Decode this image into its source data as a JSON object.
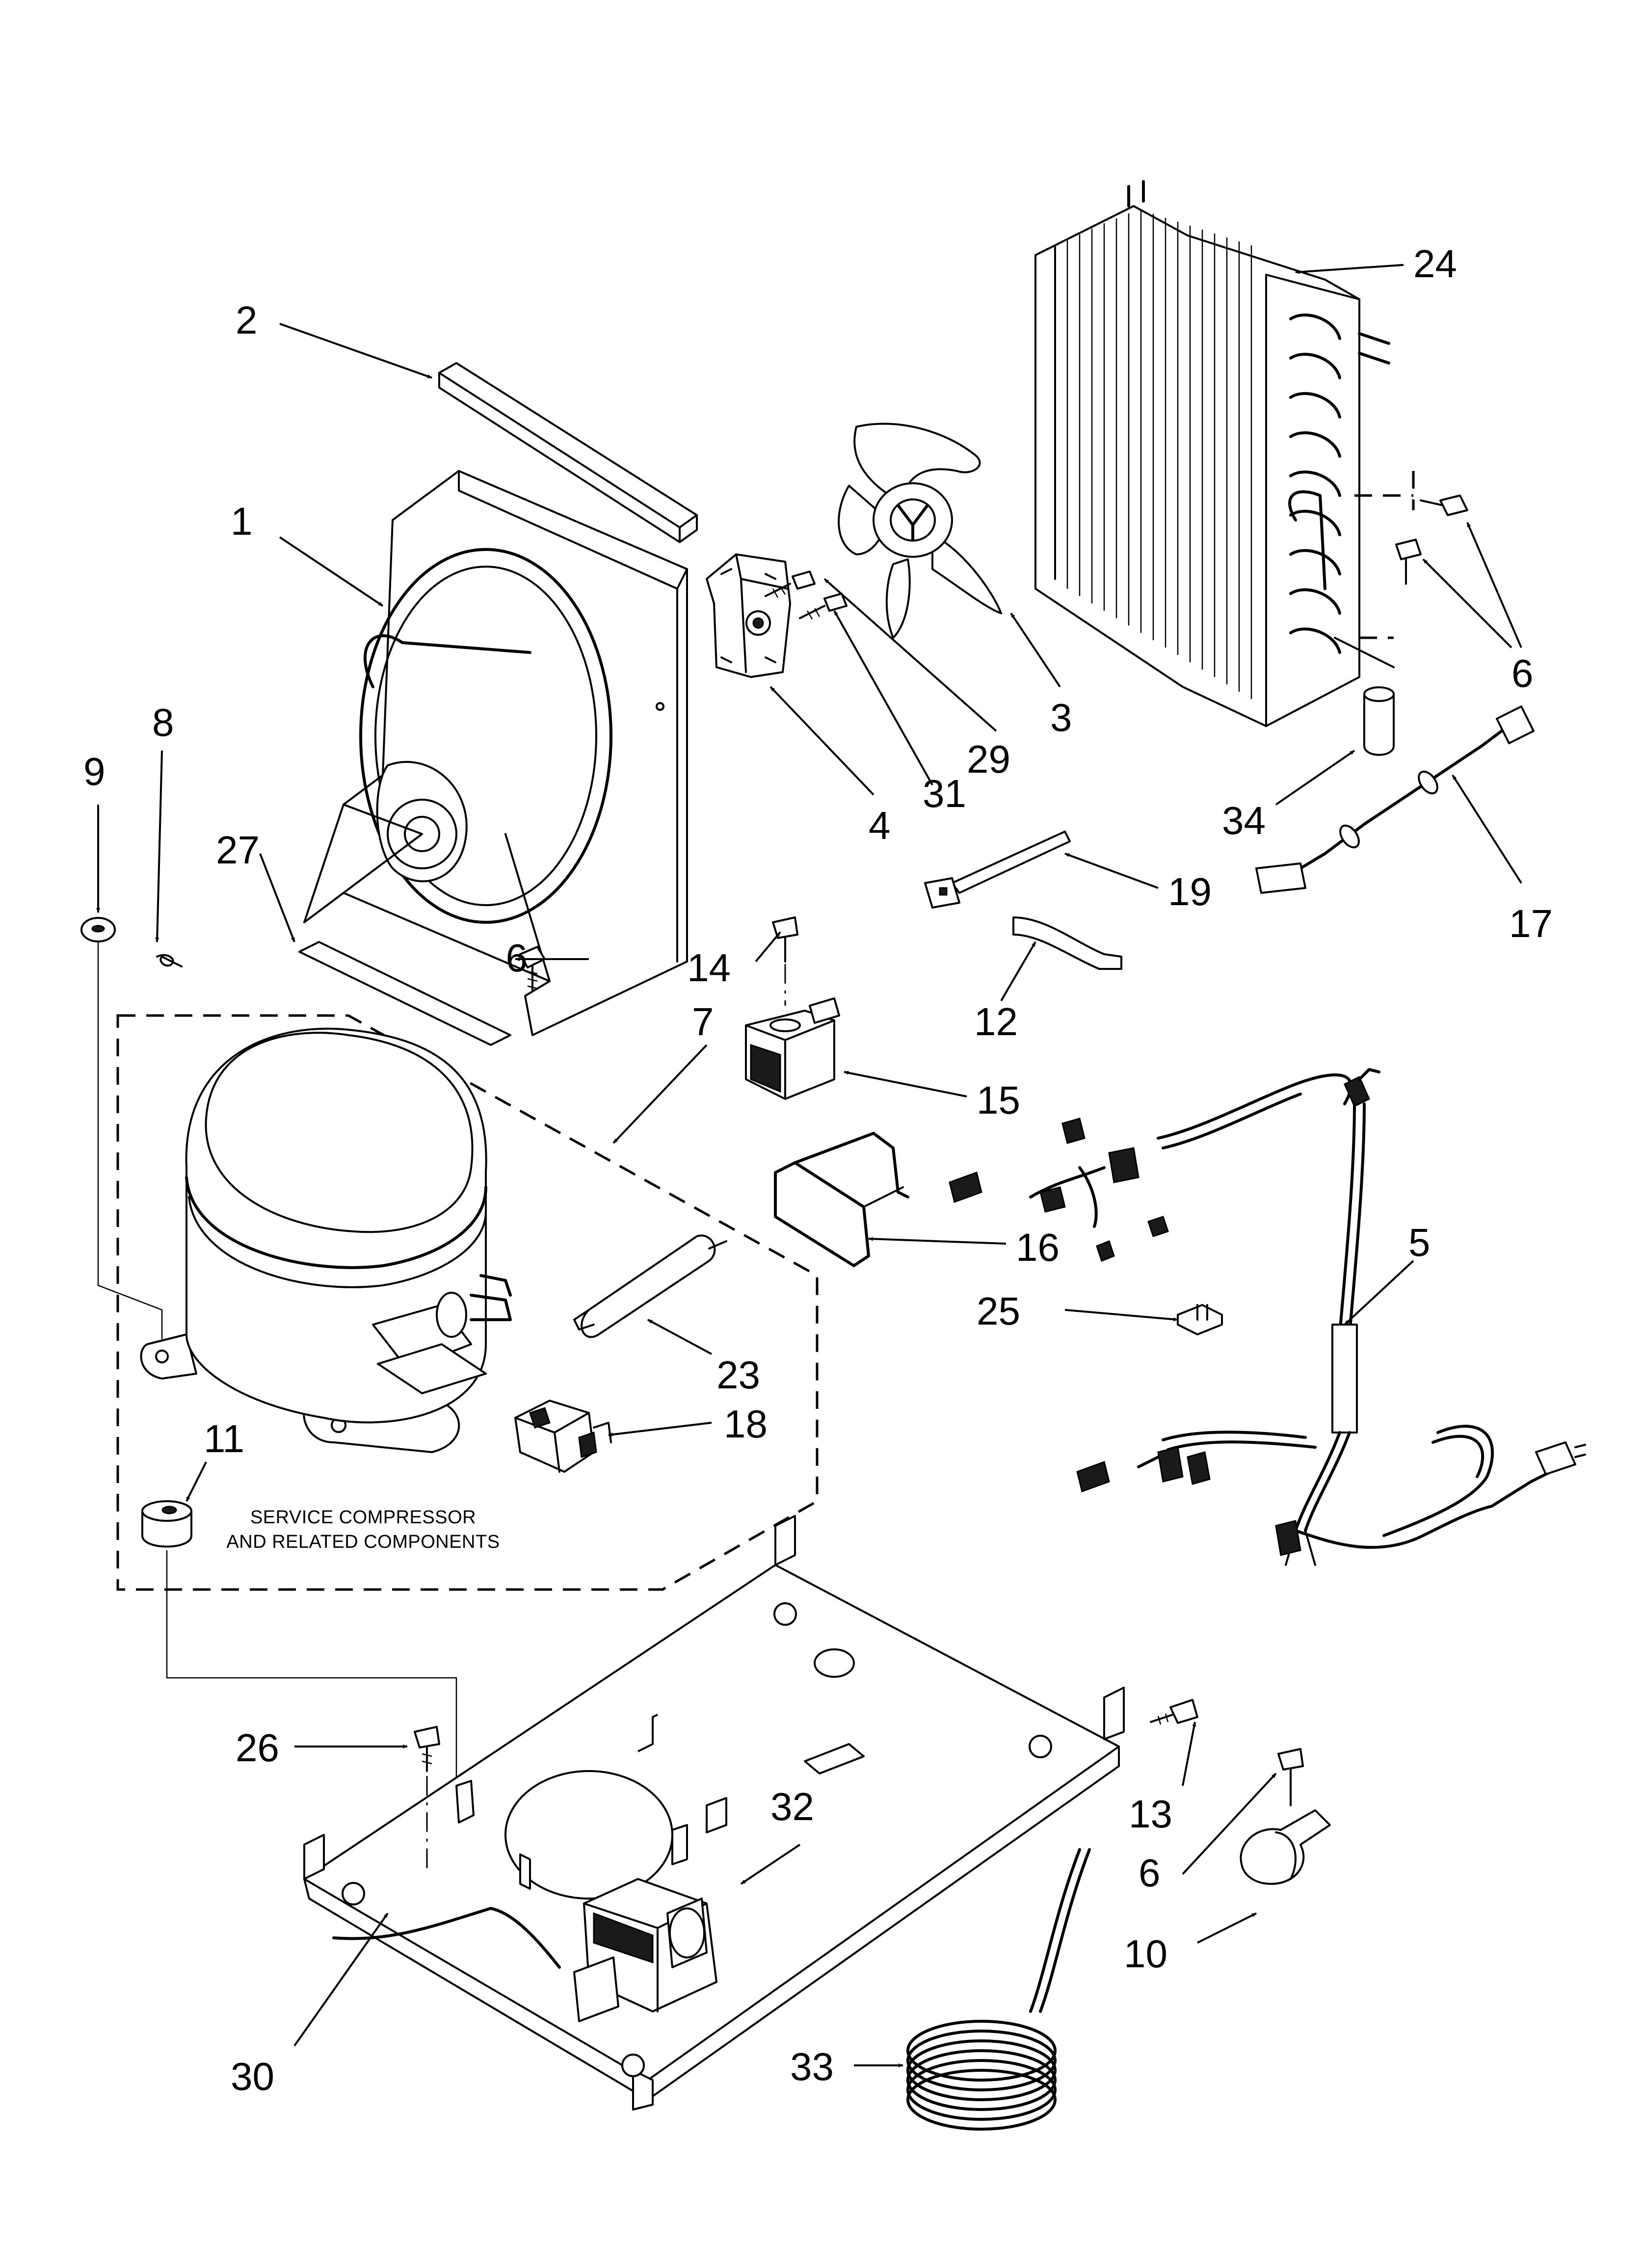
{
  "callouts": [
    "1",
    "2",
    "3",
    "4",
    "5",
    "6",
    "6",
    "6",
    "7",
    "8",
    "9",
    "10",
    "11",
    "12",
    "13",
    "14",
    "15",
    "16",
    "17",
    "18",
    "19",
    "23",
    "24",
    "25",
    "26",
    "27",
    "29",
    "30",
    "31",
    "32",
    "33",
    "34"
  ],
  "caption": {
    "line1": "SERVICE COMPRESSOR",
    "line2": "AND RELATED COMPONENTS"
  }
}
